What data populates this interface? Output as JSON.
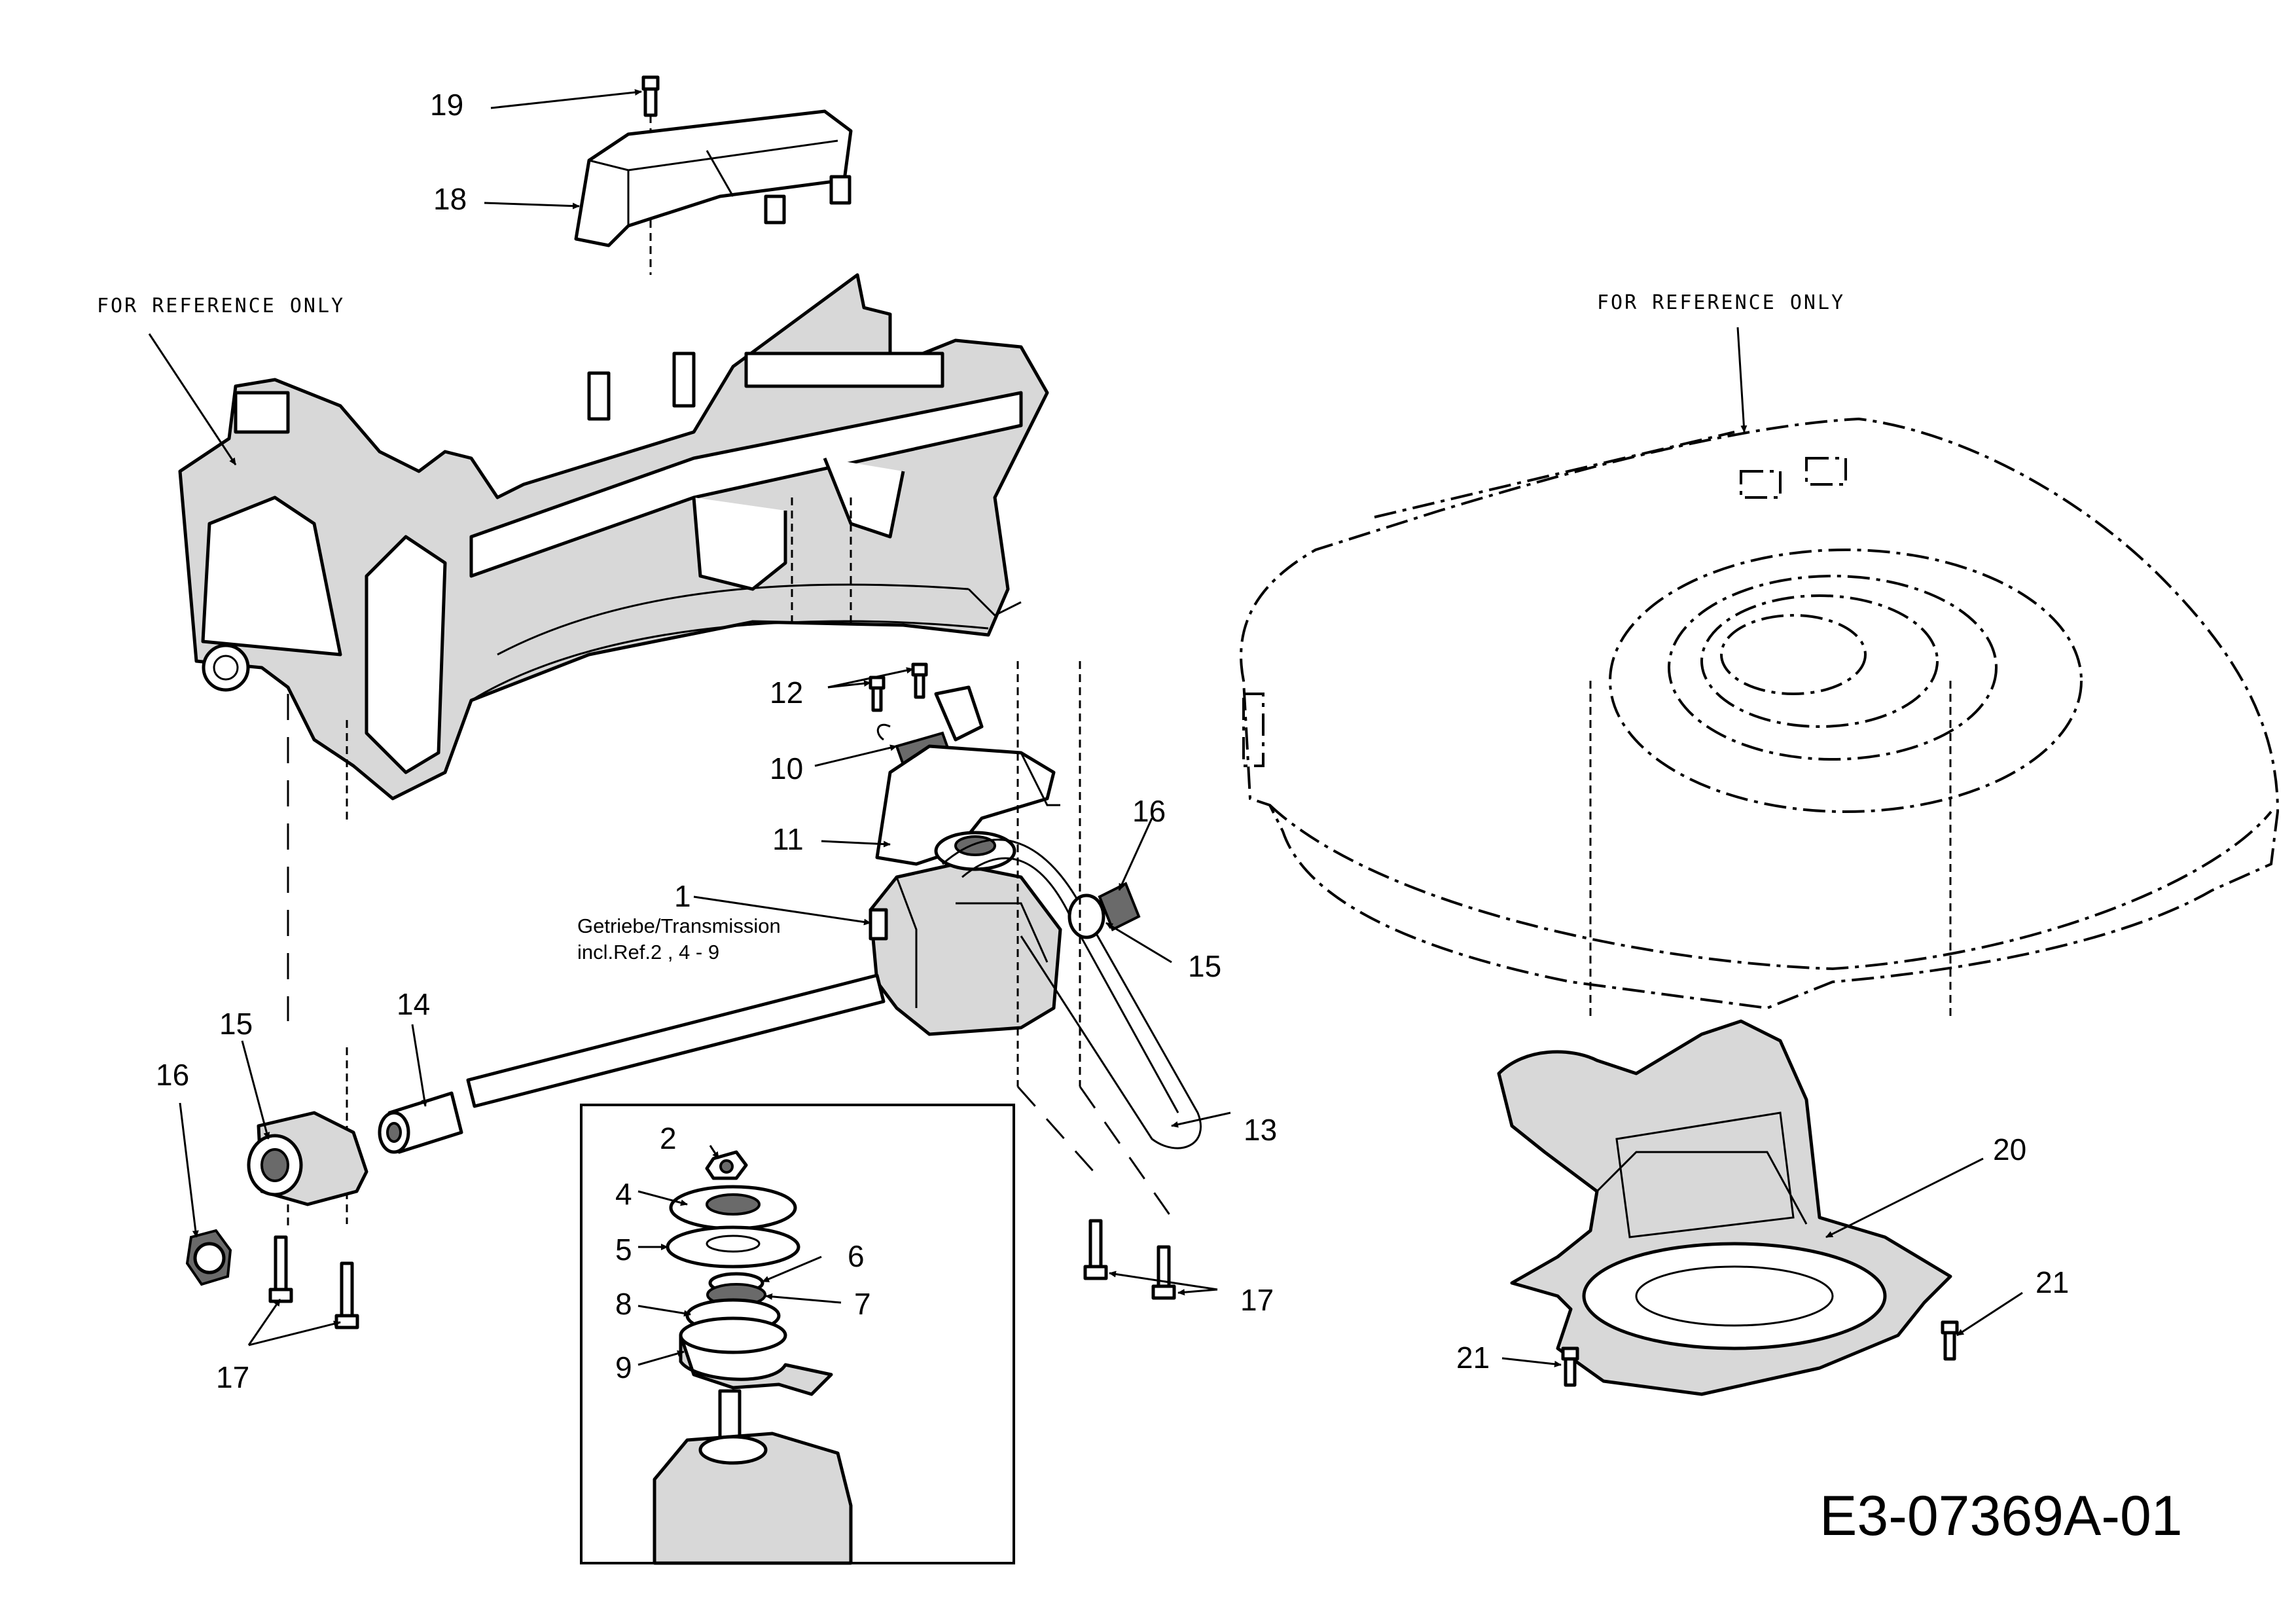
{
  "diagram_id": "E3-07369A-01",
  "reference_notes": [
    "FOR REFERENCE ONLY",
    "FOR REFERENCE ONLY"
  ],
  "transmission_label": {
    "line1": "Getriebe/Transmission",
    "line2": "incl.Ref.2 , 4 - 9"
  },
  "callouts": {
    "c1": "1",
    "c2": "2",
    "c4": "4",
    "c5": "5",
    "c6": "6",
    "c7": "7",
    "c8": "8",
    "c9": "9",
    "c10": "10",
    "c11": "11",
    "c12": "12",
    "c13": "13",
    "c14": "14",
    "c15a": "15",
    "c15b": "15",
    "c16a": "16",
    "c16b": "16",
    "c17a": "17",
    "c17b": "17",
    "c18": "18",
    "c19": "19",
    "c20": "20",
    "c21a": "21",
    "c21b": "21"
  }
}
